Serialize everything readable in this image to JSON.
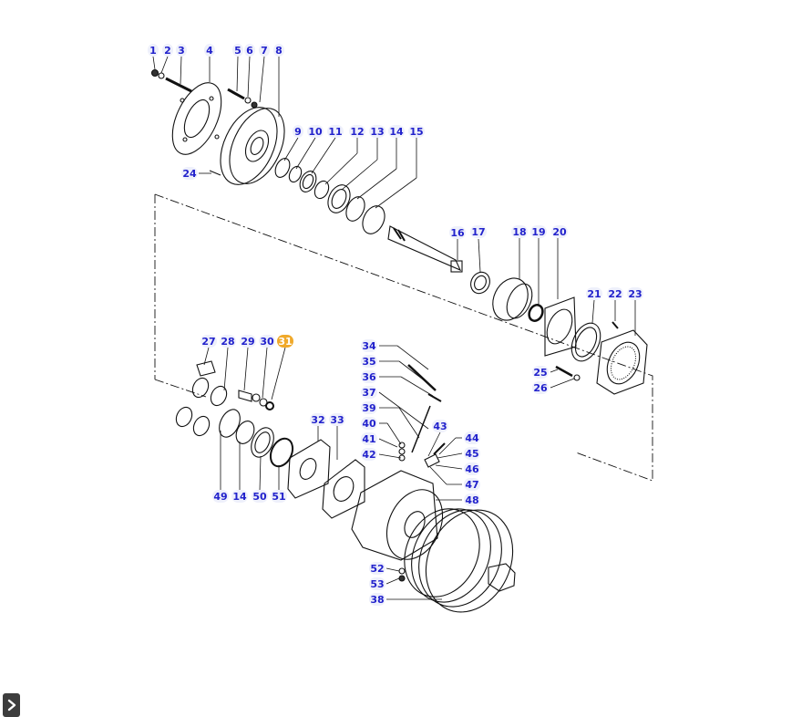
{
  "diagram": {
    "highlight_color": "#f0a92a",
    "label_color": "#2222cc",
    "selected_part": "31",
    "callouts": [
      {
        "n": "1"
      },
      {
        "n": "2"
      },
      {
        "n": "3"
      },
      {
        "n": "4"
      },
      {
        "n": "5"
      },
      {
        "n": "6"
      },
      {
        "n": "7"
      },
      {
        "n": "8"
      },
      {
        "n": "9"
      },
      {
        "n": "10"
      },
      {
        "n": "11"
      },
      {
        "n": "12"
      },
      {
        "n": "13"
      },
      {
        "n": "14"
      },
      {
        "n": "15"
      },
      {
        "n": "24"
      },
      {
        "n": "16"
      },
      {
        "n": "17"
      },
      {
        "n": "18"
      },
      {
        "n": "19"
      },
      {
        "n": "20"
      },
      {
        "n": "21"
      },
      {
        "n": "22"
      },
      {
        "n": "23"
      },
      {
        "n": "25"
      },
      {
        "n": "26"
      },
      {
        "n": "27"
      },
      {
        "n": "28"
      },
      {
        "n": "29"
      },
      {
        "n": "30"
      },
      {
        "n": "31"
      },
      {
        "n": "34"
      },
      {
        "n": "35"
      },
      {
        "n": "36"
      },
      {
        "n": "37"
      },
      {
        "n": "39"
      },
      {
        "n": "40"
      },
      {
        "n": "41"
      },
      {
        "n": "42"
      },
      {
        "n": "43"
      },
      {
        "n": "44"
      },
      {
        "n": "45"
      },
      {
        "n": "46"
      },
      {
        "n": "47"
      },
      {
        "n": "48"
      },
      {
        "n": "32"
      },
      {
        "n": "33"
      },
      {
        "n": "49"
      },
      {
        "n": "14"
      },
      {
        "n": "50"
      },
      {
        "n": "51"
      },
      {
        "n": "52"
      },
      {
        "n": "53"
      },
      {
        "n": "38"
      }
    ]
  },
  "sidebar_toggle": {
    "icon": "chevron-right-icon"
  }
}
